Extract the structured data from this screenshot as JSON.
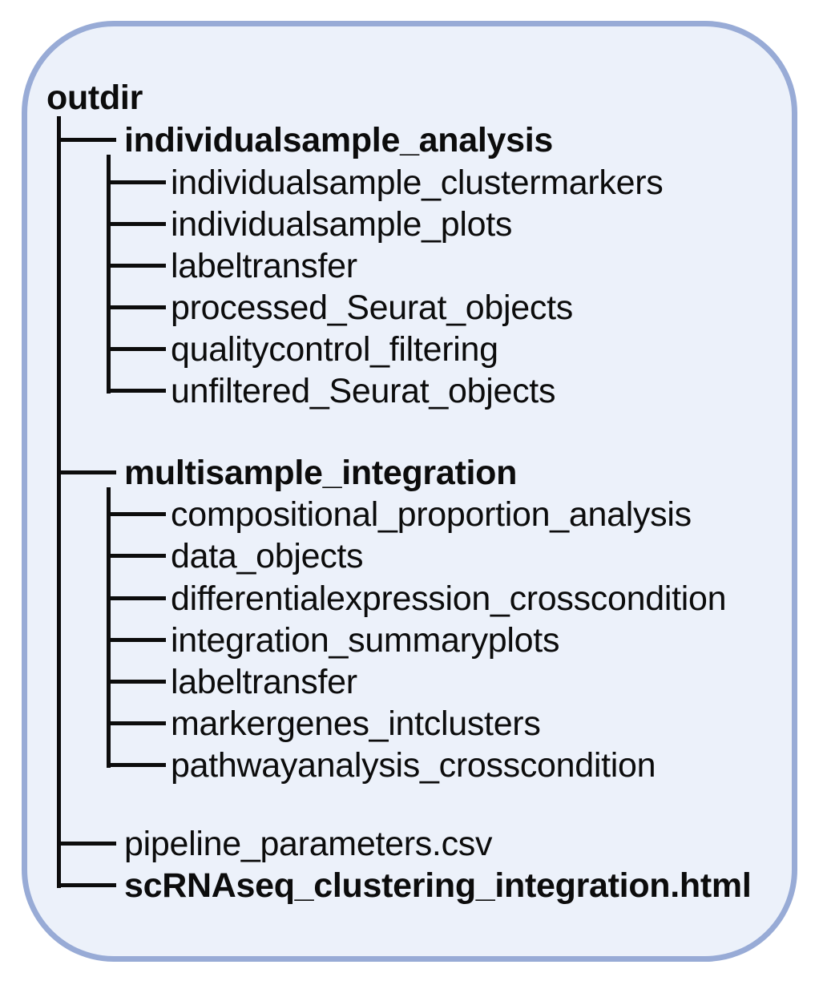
{
  "colors": {
    "panel_fill": "#ECF1FA",
    "panel_border": "#98ABD6",
    "line": "#0C0C0C",
    "text": "#0C0C0C"
  },
  "tree": {
    "items": [
      {
        "label": "outdir",
        "depth": 0,
        "bold": true,
        "connector": "none"
      },
      {
        "label": "individualsample_analysis",
        "depth": 1,
        "bold": true,
        "connector": "tee"
      },
      {
        "label": "individualsample_clustermarkers",
        "depth": 2,
        "bold": false,
        "connector": "tee"
      },
      {
        "label": "individualsample_plots",
        "depth": 2,
        "bold": false,
        "connector": "tee"
      },
      {
        "label": "labeltransfer",
        "depth": 2,
        "bold": false,
        "connector": "tee"
      },
      {
        "label": "processed_Seurat_objects",
        "depth": 2,
        "bold": false,
        "connector": "tee"
      },
      {
        "label": "qualitycontrol_filtering",
        "depth": 2,
        "bold": false,
        "connector": "tee"
      },
      {
        "label": "unfiltered_Seurat_objects",
        "depth": 2,
        "bold": false,
        "connector": "elbow"
      },
      {
        "label": "multisample_integration",
        "depth": 1,
        "bold": true,
        "connector": "tee"
      },
      {
        "label": "compositional_proportion_analysis",
        "depth": 2,
        "bold": false,
        "connector": "tee"
      },
      {
        "label": "data_objects",
        "depth": 2,
        "bold": false,
        "connector": "tee"
      },
      {
        "label": "differentialexpression_crosscondition",
        "depth": 2,
        "bold": false,
        "connector": "tee"
      },
      {
        "label": "integration_summaryplots",
        "depth": 2,
        "bold": false,
        "connector": "tee"
      },
      {
        "label": "labeltransfer",
        "depth": 2,
        "bold": false,
        "connector": "tee"
      },
      {
        "label": "markergenes_intclusters",
        "depth": 2,
        "bold": false,
        "connector": "tee"
      },
      {
        "label": "pathwayanalysis_crosscondition",
        "depth": 2,
        "bold": false,
        "connector": "elbow"
      },
      {
        "label": "pipeline_parameters.csv",
        "depth": 1,
        "bold": false,
        "connector": "tee"
      },
      {
        "label": "scRNAseq_clustering_integration.html",
        "depth": 1,
        "bold": true,
        "connector": "elbow"
      }
    ]
  }
}
